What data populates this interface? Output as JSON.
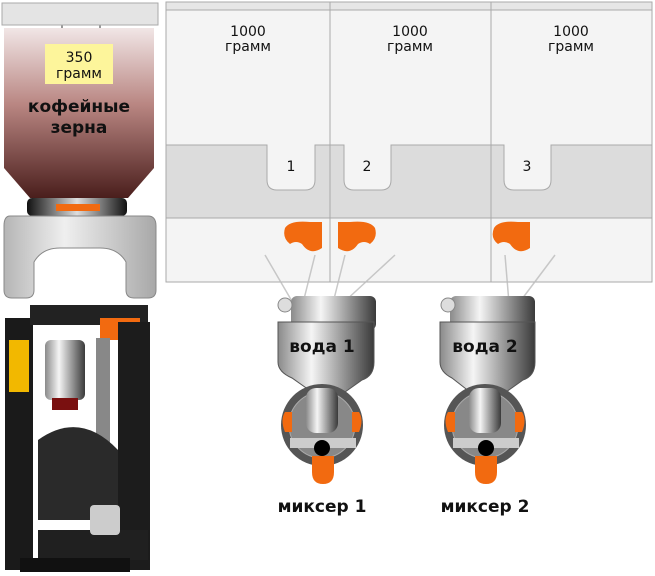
{
  "hopper": {
    "amount": "350",
    "unit": "грамм",
    "label_line1": "кофейные",
    "label_line2": "зерна"
  },
  "canisters": [
    {
      "amount": "1000",
      "unit": "грамм",
      "number": "1"
    },
    {
      "amount": "1000",
      "unit": "грамм",
      "number": "2"
    },
    {
      "amount": "1000",
      "unit": "грамм",
      "number": "3"
    }
  ],
  "mixers": [
    {
      "water_label": "вода 1",
      "label": "миксер 1"
    },
    {
      "water_label": "вода 2",
      "label": "миксер 2"
    }
  ],
  "colors": {
    "accent": "#f26a10",
    "highlight": "#fdf59b",
    "panel": "#f4f4f4",
    "band": "#dcdcdc",
    "bean": "#9a5a55"
  }
}
